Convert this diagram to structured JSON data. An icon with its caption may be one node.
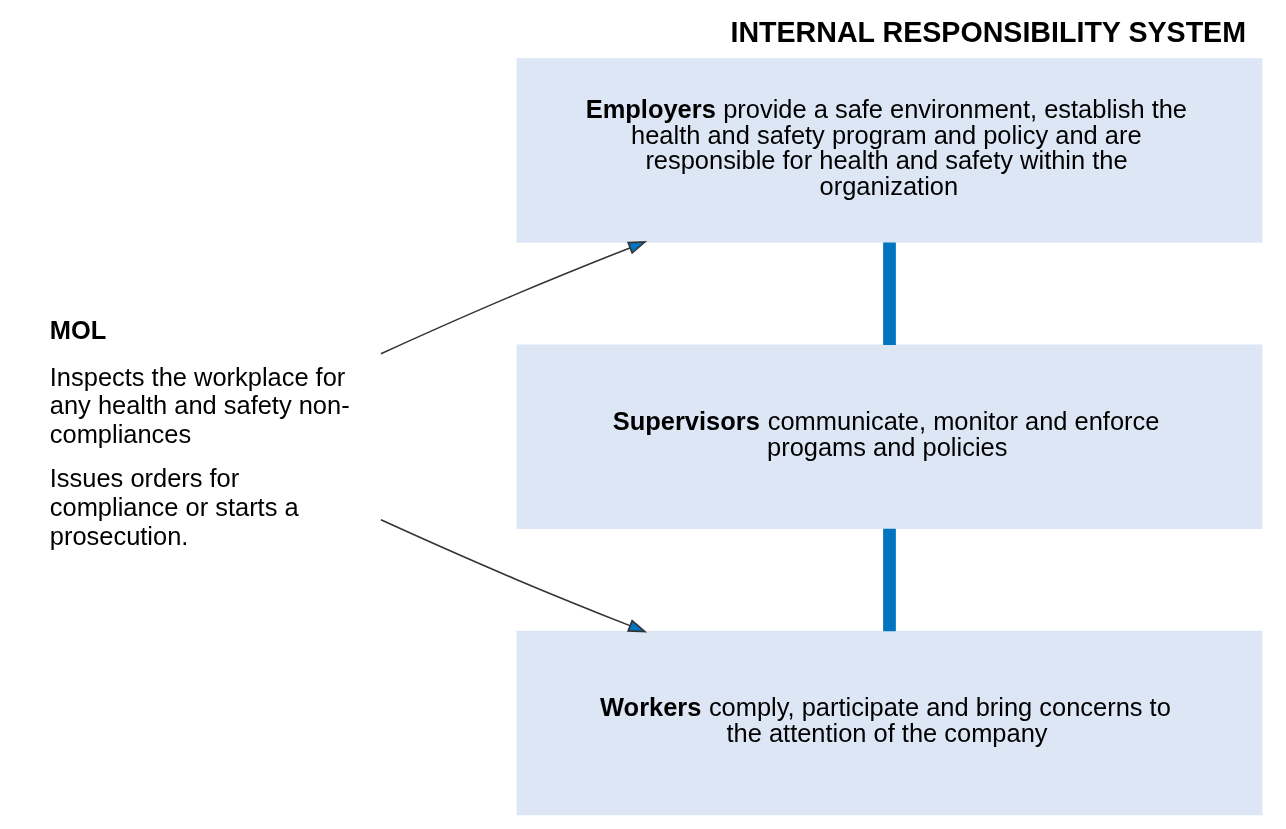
{
  "diagram": {
    "title": "INTERNAL RESPONSIBILITY SYSTEM",
    "nodes": [
      {
        "text": [
          "MOL",
          "Inspects the workplace for any health and safety non-compliances",
          "Issues orders for compliance or starts a prosecution."
        ]
      },
      {
        "text": [
          "**Employers** provide a safe environment, establish the health and safety program and policy and are responsible for health and safety within the organization"
        ]
      },
      {
        "text": [
          "**Supervisors** communicate, monitor and enforce progams and policies"
        ]
      },
      {
        "text": [
          "**Workers** comply, participate and bring concerns to the attention of the company"
        ]
      }
    ],
    "edges": [
      {
        "from": 0,
        "to": 1,
        "arrow": "to"
      },
      {
        "from": 0,
        "to": 3,
        "arrow": "to"
      },
      {
        "from": 1,
        "to": 2,
        "arrow": "none",
        "style": "thick",
        "color": "#0074bf"
      },
      {
        "from": 2,
        "to": 3,
        "arrow": "none",
        "style": "thick",
        "color": "#0074bf"
      }
    ]
  }
}
